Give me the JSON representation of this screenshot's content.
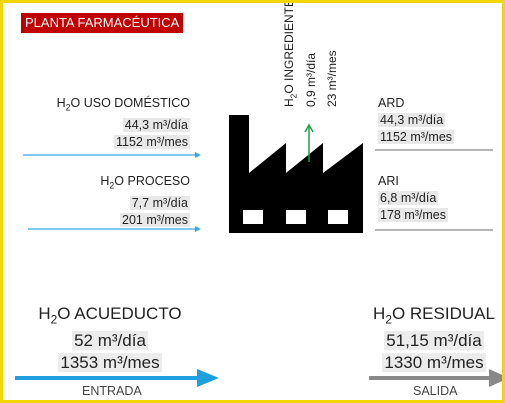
{
  "title": "PLANTA FARMACÉUTICA",
  "inputs": {
    "domestic": {
      "label_pre": "H",
      "label_sub": "2",
      "label_post": "O USO DOMÉSTICO",
      "daily": "44,3 m³/día",
      "monthly": "1152 m³/mes"
    },
    "process": {
      "label_pre": "H",
      "label_sub": "2",
      "label_post": "O PROCESO",
      "daily": "7,7 m³/día",
      "monthly": "201 m³/mes"
    }
  },
  "ingredient": {
    "label_pre": "H",
    "label_sub": "2",
    "label_post": "O INGREDIENTE",
    "daily": "0,9 m³/día",
    "monthly": "23 m³/mes"
  },
  "outputs": {
    "ard": {
      "label": "ARD",
      "daily": "44,3 m³/día",
      "monthly": "1152 m³/mes"
    },
    "ari": {
      "label": "ARI",
      "daily": "6,8 m³/día",
      "monthly": "178 m³/mes"
    }
  },
  "totals": {
    "in": {
      "label_pre": "H",
      "label_sub": "2",
      "label_post": "O ACUEDUCTO",
      "daily": "52 m³/día",
      "monthly": "1353 m³/mes",
      "footer": "ENTRADA"
    },
    "out": {
      "label_pre": "H",
      "label_sub": "2",
      "label_post": "O RESIDUAL",
      "daily": "51,15 m³/día",
      "monthly": "1330 m³/mes",
      "footer": "SALIDA"
    }
  },
  "colors": {
    "input_arrow": "#3aa8e0",
    "big_input_arrow": "#1ea0e0",
    "ingredient_arrow": "#1e9e4a",
    "output_line": "#888888",
    "factory": "#000000",
    "frame": "#f2d600",
    "title_bg": "#c00000"
  }
}
